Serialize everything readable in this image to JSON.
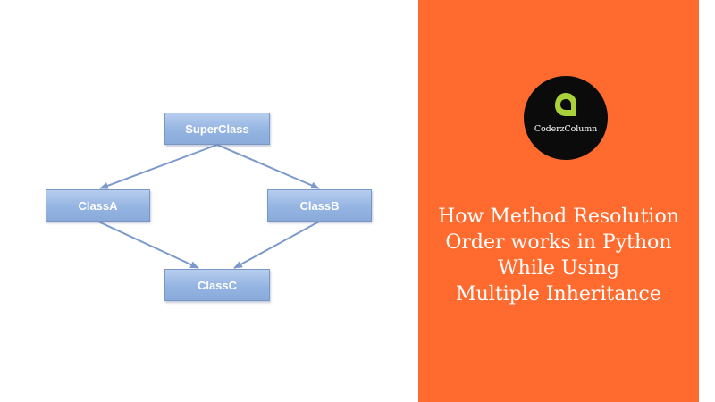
{
  "colors": {
    "accent_panel": "#ff6b2f",
    "node_fill": "#94b4e2",
    "edge": "#7b9acb",
    "logo_bg": "#0b0b0b",
    "logo_mark": "#a8d13a"
  },
  "diagram": {
    "nodes": {
      "superclass": "SuperClass",
      "classa": "ClassA",
      "classb": "ClassB",
      "classc": "ClassC"
    },
    "edges": [
      {
        "from": "superclass",
        "to": "classa"
      },
      {
        "from": "superclass",
        "to": "classb"
      },
      {
        "from": "classa",
        "to": "classc"
      },
      {
        "from": "classb",
        "to": "classc"
      }
    ]
  },
  "brand": {
    "name": "CoderzColumn",
    "icon": "leaf-logo-icon"
  },
  "title": {
    "lines": [
      "How Method Resolution",
      "Order works in Python",
      "While Using",
      "Multiple Inheritance"
    ]
  }
}
